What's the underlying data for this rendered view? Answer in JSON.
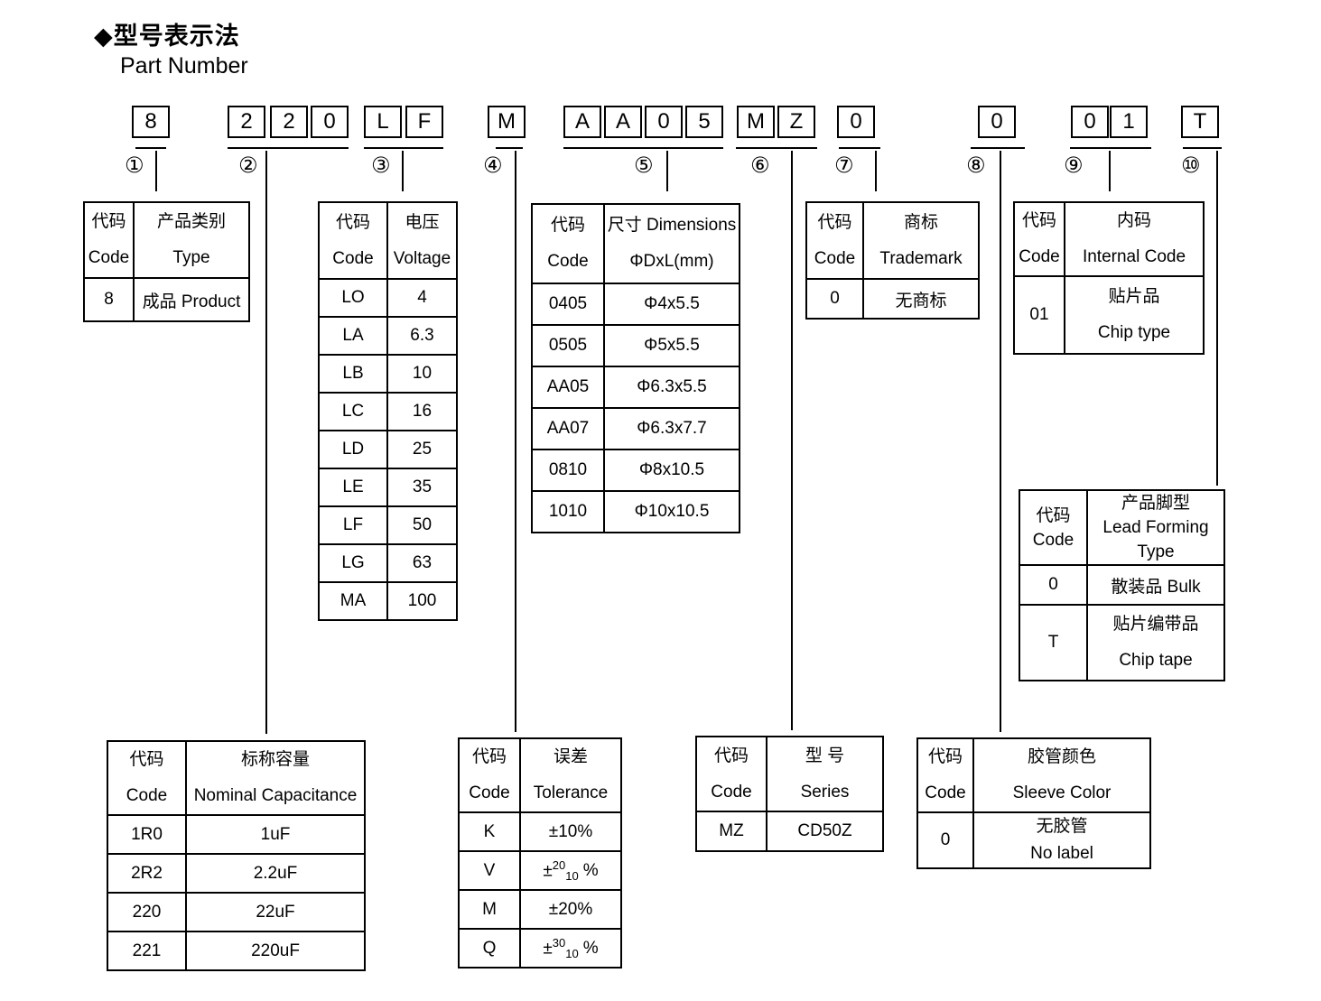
{
  "title": {
    "cn": "◆型号表示法",
    "en": "Part Number"
  },
  "part_number": {
    "boxes": [
      "8",
      "2",
      "2",
      "0",
      "L",
      "F",
      "M",
      "A",
      "A",
      "0",
      "5",
      "M",
      "Z",
      "0",
      "0",
      "0",
      "1",
      "T"
    ],
    "markers": [
      "①",
      "②",
      "③",
      "④",
      "⑤",
      "⑥",
      "⑦",
      "⑧",
      "⑨",
      "⑩"
    ]
  },
  "tables": {
    "product_type": {
      "header": {
        "code": [
          "代码",
          "Code"
        ],
        "value": [
          "产品类别",
          "Type"
        ]
      },
      "rows": [
        {
          "code": "8",
          "value": "成品 Product"
        }
      ]
    },
    "voltage": {
      "header": {
        "code": [
          "代码",
          "Code"
        ],
        "value": [
          "电压",
          "Voltage"
        ]
      },
      "rows": [
        {
          "code": "LO",
          "value": "4"
        },
        {
          "code": "LA",
          "value": "6.3"
        },
        {
          "code": "LB",
          "value": "10"
        },
        {
          "code": "LC",
          "value": "16"
        },
        {
          "code": "LD",
          "value": "25"
        },
        {
          "code": "LE",
          "value": "35"
        },
        {
          "code": "LF",
          "value": "50"
        },
        {
          "code": "LG",
          "value": "63"
        },
        {
          "code": "MA",
          "value": "100"
        }
      ]
    },
    "dimensions": {
      "header": {
        "code": [
          "代码",
          "Code"
        ],
        "value": [
          "尺寸 Dimensions",
          "ΦDxL(mm)"
        ]
      },
      "rows": [
        {
          "code": "0405",
          "value": "Φ4x5.5"
        },
        {
          "code": "0505",
          "value": "Φ5x5.5"
        },
        {
          "code": "AA05",
          "value": "Φ6.3x5.5"
        },
        {
          "code": "AA07",
          "value": "Φ6.3x7.7"
        },
        {
          "code": "0810",
          "value": "Φ8x10.5"
        },
        {
          "code": "1010",
          "value": "Φ10x10.5"
        }
      ]
    },
    "trademark": {
      "header": {
        "code": [
          "代码",
          "Code"
        ],
        "value": [
          "商标",
          "Trademark"
        ]
      },
      "rows": [
        {
          "code": "0",
          "value": "无商标"
        }
      ]
    },
    "internal_code": {
      "header": {
        "code": [
          "代码",
          "Code"
        ],
        "value": [
          "内码",
          "Internal Code"
        ]
      },
      "rows": [
        {
          "code": "01",
          "value_cn": "贴片品",
          "value_en": "Chip type"
        }
      ]
    },
    "lead_forming": {
      "header": {
        "code": [
          "代码",
          "Code"
        ],
        "value": [
          "产品脚型",
          "Lead Forming",
          "Type"
        ]
      },
      "rows": [
        {
          "code": "0",
          "value": "散装品 Bulk"
        },
        {
          "code": "T",
          "value_cn": "贴片编带品",
          "value_en": "Chip tape"
        }
      ]
    },
    "capacitance": {
      "header": {
        "code": [
          "代码",
          "Code"
        ],
        "value": [
          "标称容量",
          "Nominal Capacitance"
        ]
      },
      "rows": [
        {
          "code": "1R0",
          "value": "1uF"
        },
        {
          "code": "2R2",
          "value": "2.2uF"
        },
        {
          "code": "220",
          "value": "22uF"
        },
        {
          "code": "221",
          "value": "220uF"
        }
      ]
    },
    "tolerance": {
      "header": {
        "code": [
          "代码",
          "Code"
        ],
        "value": [
          "误差",
          "Tolerance"
        ]
      },
      "rows": [
        {
          "code": "K",
          "value": "±10%"
        },
        {
          "code": "V",
          "pm": "±",
          "sup": "20",
          "sub": "10",
          "pct": "%"
        },
        {
          "code": "M",
          "value": "±20%"
        },
        {
          "code": "Q",
          "pm": "±",
          "sup": "30",
          "sub": "10",
          "pct": "%"
        }
      ]
    },
    "series": {
      "header": {
        "code": [
          "代码",
          "Code"
        ],
        "value": [
          "型 号",
          "Series"
        ]
      },
      "rows": [
        {
          "code": "MZ",
          "value": "CD50Z"
        }
      ]
    },
    "sleeve_color": {
      "header": {
        "code": [
          "代码",
          "Code"
        ],
        "value": [
          "胶管颜色",
          "Sleeve Color"
        ]
      },
      "rows": [
        {
          "code": "0",
          "value_cn": "无胶管",
          "value_en": "No label"
        }
      ]
    }
  },
  "colors": {
    "ink": "#000000",
    "paper": "#ffffff"
  }
}
